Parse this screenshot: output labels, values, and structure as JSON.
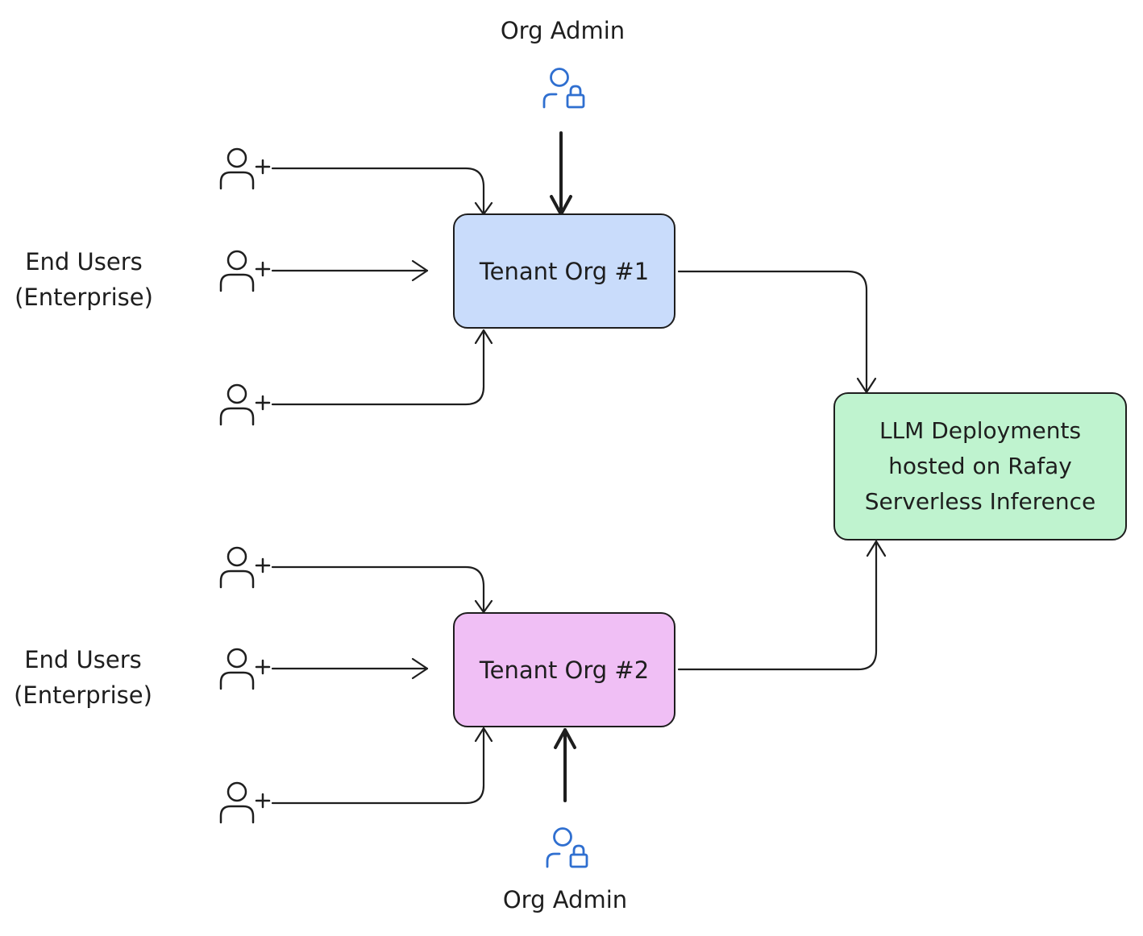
{
  "diagram": {
    "org_admin_top": "Org Admin",
    "org_admin_bottom": "Org Admin",
    "end_users_group1": {
      "line1": "End Users",
      "line2": "(Enterprise)"
    },
    "end_users_group2": {
      "line1": "End Users",
      "line2": "(Enterprise)"
    },
    "tenant_org_1": "Tenant Org #1",
    "tenant_org_2": "Tenant Org #2",
    "llm_box": "LLM Deployments hosted on Rafay Serverless Inference"
  },
  "icons": {
    "user_add": "user-add-icon",
    "org_admin": "user-lock-icon"
  },
  "colors": {
    "tenant_org_1_fill": "#c9dcfb",
    "tenant_org_2_fill": "#f0bff5",
    "llm_fill": "#bff3cf",
    "admin_icon": "#2f6fd0",
    "stroke": "#1e1e1e"
  }
}
